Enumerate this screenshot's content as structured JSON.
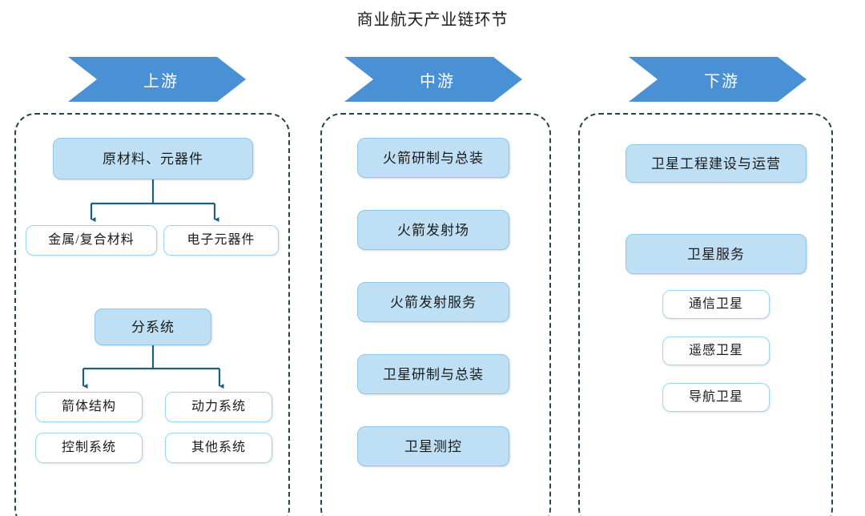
{
  "title": "商业航天产业链环节",
  "colors": {
    "chevron_blue": "#4a90d4",
    "node_fill": "#bfe0f4",
    "node_border_outline": "#9ed6f0",
    "connector": "#1f5f7e",
    "group_dash": "#24424f",
    "background": "#ffffff"
  },
  "columns": [
    {
      "key": "upstream",
      "banner": "上游",
      "nodes": [
        {
          "label": "原材料、元器件",
          "style": "filled"
        },
        {
          "label": "金属/复合材料",
          "style": "outline"
        },
        {
          "label": "电子元器件",
          "style": "outline"
        },
        {
          "label": "分系统",
          "style": "filled"
        },
        {
          "label": "箭体结构",
          "style": "outline"
        },
        {
          "label": "动力系统",
          "style": "outline"
        },
        {
          "label": "控制系统",
          "style": "outline"
        },
        {
          "label": "其他系统",
          "style": "outline"
        }
      ]
    },
    {
      "key": "midstream",
      "banner": "中游",
      "nodes": [
        {
          "label": "火箭研制与总装",
          "style": "filled"
        },
        {
          "label": "火箭发射场",
          "style": "filled"
        },
        {
          "label": "火箭发射服务",
          "style": "filled"
        },
        {
          "label": "卫星研制与总装",
          "style": "filled"
        },
        {
          "label": "卫星测控",
          "style": "filled"
        }
      ]
    },
    {
      "key": "downstream",
      "banner": "下游",
      "nodes": [
        {
          "label": "卫星工程建设与运营",
          "style": "filled"
        },
        {
          "label": "卫星服务",
          "style": "filled"
        },
        {
          "label": "通信卫星",
          "style": "outline"
        },
        {
          "label": "遥感卫星",
          "style": "outline"
        },
        {
          "label": "导航卫星",
          "style": "outline"
        }
      ]
    }
  ]
}
